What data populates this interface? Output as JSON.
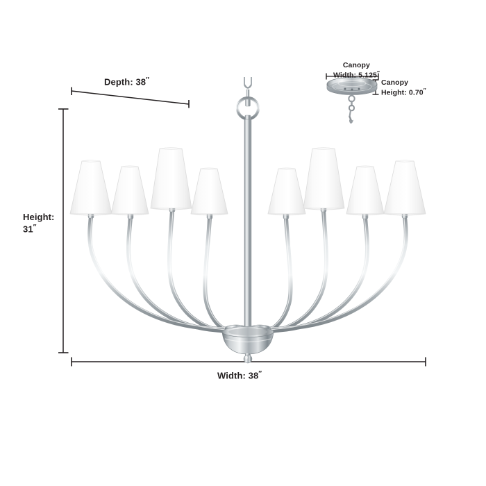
{
  "product": {
    "type": "chandelier",
    "finish_color": "#b9bdc0",
    "shade_color": "#f7f7f7",
    "arm_count": 8,
    "line_color": "#231f20"
  },
  "dimensions": {
    "depth": {
      "label": "Depth: 38",
      "unit": "″",
      "value": 38,
      "name": "Depth"
    },
    "height": {
      "label_line1": "Height:",
      "label_line2": "31",
      "unit": "″",
      "value": 31,
      "name": "Height"
    },
    "width": {
      "label": "Width: 38",
      "unit": "″",
      "value": 38,
      "name": "Width"
    },
    "canopy_width": {
      "label_line1": "Canopy",
      "label_line2": "Width: 5.125",
      "unit": "″",
      "value": 5.125,
      "name": "Canopy Width"
    },
    "canopy_height": {
      "label_line1": "Canopy",
      "label_line2": "Height: 0.70",
      "unit": "″",
      "value": 0.7,
      "name": "Canopy Height"
    }
  },
  "icons": {
    "canopy": "canopy-disc-icon",
    "hook": "hanging-hook-icon",
    "ring": "stem-ring-icon"
  }
}
